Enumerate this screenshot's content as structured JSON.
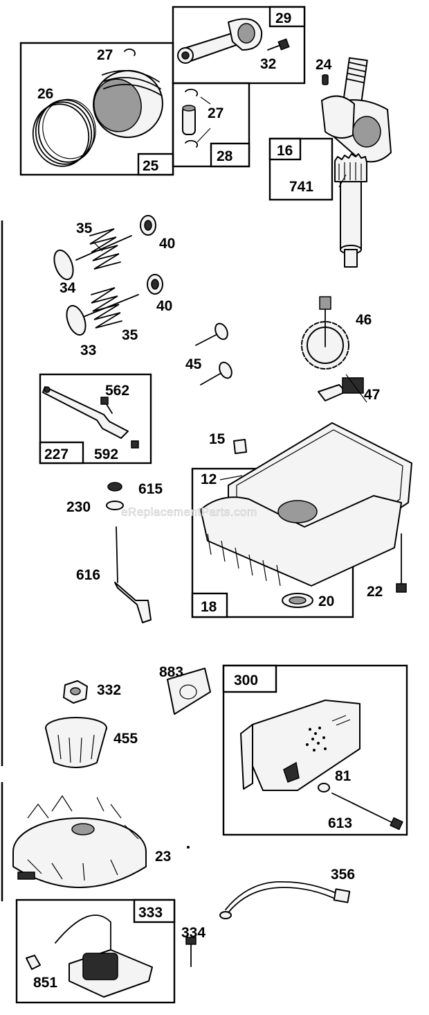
{
  "watermark": "eReplacementParts.com",
  "callouts": {
    "p29": "29",
    "p32": "32",
    "p27a": "27",
    "p24": "24",
    "p26": "26",
    "p27b": "27",
    "p28": "28",
    "p25": "25",
    "p16": "16",
    "p741": "741",
    "p35a": "35",
    "p40a": "40",
    "p34": "34",
    "p40b": "40",
    "p46": "46",
    "p33": "33",
    "p35b": "35",
    "p45": "45",
    "p562": "562",
    "p47": "47",
    "p227": "227",
    "p592": "592",
    "p15": "15",
    "p12": "12",
    "p615": "615",
    "p230": "230",
    "p616": "616",
    "p22": "22",
    "p18": "18",
    "p20": "20",
    "p883": "883",
    "p300": "300",
    "p332": "332",
    "p455": "455",
    "p81": "81",
    "p613": "613",
    "p23": "23",
    "p356": "356",
    "p333": "333",
    "p334": "334",
    "p851": "851"
  },
  "colors": {
    "ink": "#000000",
    "background": "#ffffff",
    "fill": "#f4f4f4",
    "shade": "#9a9a9a"
  }
}
